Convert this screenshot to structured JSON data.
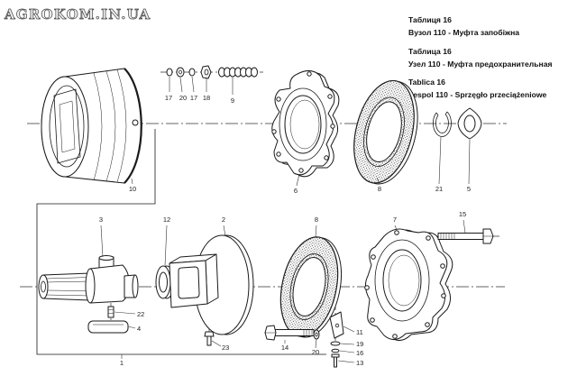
{
  "watermark": "AGROKOM.IN.UA",
  "caption": {
    "ua_table": "Таблиця 16",
    "ua_title": "Вузол 110 - Муфта запобіжна",
    "ru_table": "Таблица 16",
    "ru_title": "Узел 110 - Муфта предохранительная",
    "pl_table": "Tablica 16",
    "pl_title": "Zespol 110 - Sprzęgło przeciążeniowe"
  },
  "callouts": {
    "top": [
      "10",
      "17",
      "20",
      "17",
      "18",
      "9",
      "6",
      "8",
      "21",
      "5"
    ],
    "bottom": [
      "3",
      "12",
      "2",
      "8",
      "7",
      "15",
      "22",
      "4",
      "23",
      "14",
      "20",
      "11",
      "19",
      "16",
      "13",
      "1"
    ]
  },
  "colors": {
    "ink": "#1a1a1a",
    "background": "#ffffff"
  }
}
